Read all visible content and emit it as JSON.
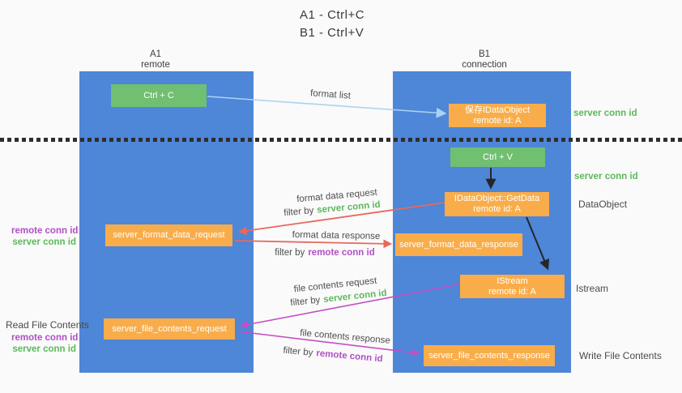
{
  "title": {
    "line1": "A1 - Ctrl+C",
    "line2": "B1 - Ctrl+V"
  },
  "lanes": {
    "a1": {
      "name": "A1",
      "subtitle": "remote"
    },
    "b1": {
      "name": "B1",
      "subtitle": "connection"
    }
  },
  "nodes": {
    "ctrl_c": {
      "label": "Ctrl + C"
    },
    "ctrl_v": {
      "label": "Ctrl + V"
    },
    "save_dataobject": {
      "line1": "保存IDataObject",
      "line2": "remote id: A"
    },
    "getdata": {
      "line1": "IDataObject::GetData",
      "line2": "remote id: A"
    },
    "istream": {
      "line1": "IStream",
      "line2": "remote id: A"
    },
    "format_request": {
      "label": "server_format_data_request"
    },
    "format_response": {
      "label": "server_format_data_response"
    },
    "file_request": {
      "label": "server_file_contents_request"
    },
    "file_response": {
      "label": "server_file_contents_response"
    }
  },
  "arrow_labels": {
    "format_list": "format list",
    "format_data_request": "format data request",
    "format_data_response": "format data response",
    "file_contents_request": "file contents request",
    "file_contents_response": "file contents response",
    "filter_prefix": "filter by",
    "server_conn_id": "server conn id",
    "remote_conn_id": "remote conn id"
  },
  "side_labels": {
    "server_conn_id_top": "server conn id",
    "server_conn_id_mid": "server conn id",
    "dataobject": "DataObject",
    "istream": "Istream",
    "write_file_contents": "Write File Contents",
    "read_file_contents": "Read File Contents",
    "remote_conn_id_1": "remote conn id",
    "server_conn_id_1": "server conn id",
    "remote_conn_id_2": "remote conn id",
    "server_conn_id_2": "server conn id"
  },
  "colors": {
    "background": "#fafafa",
    "lane_blue": "#4e86d8",
    "action_green": "#71bf71",
    "message_orange": "#f9ad4a",
    "arrow_red": "#e8685e",
    "arrow_magenta": "#c44fc4",
    "arrow_lightblue": "#a8d3f2",
    "arrow_black": "#262626",
    "label_green": "#5cb85c",
    "label_purple": "#b050c5",
    "text_gray": "#4a4a4a"
  }
}
